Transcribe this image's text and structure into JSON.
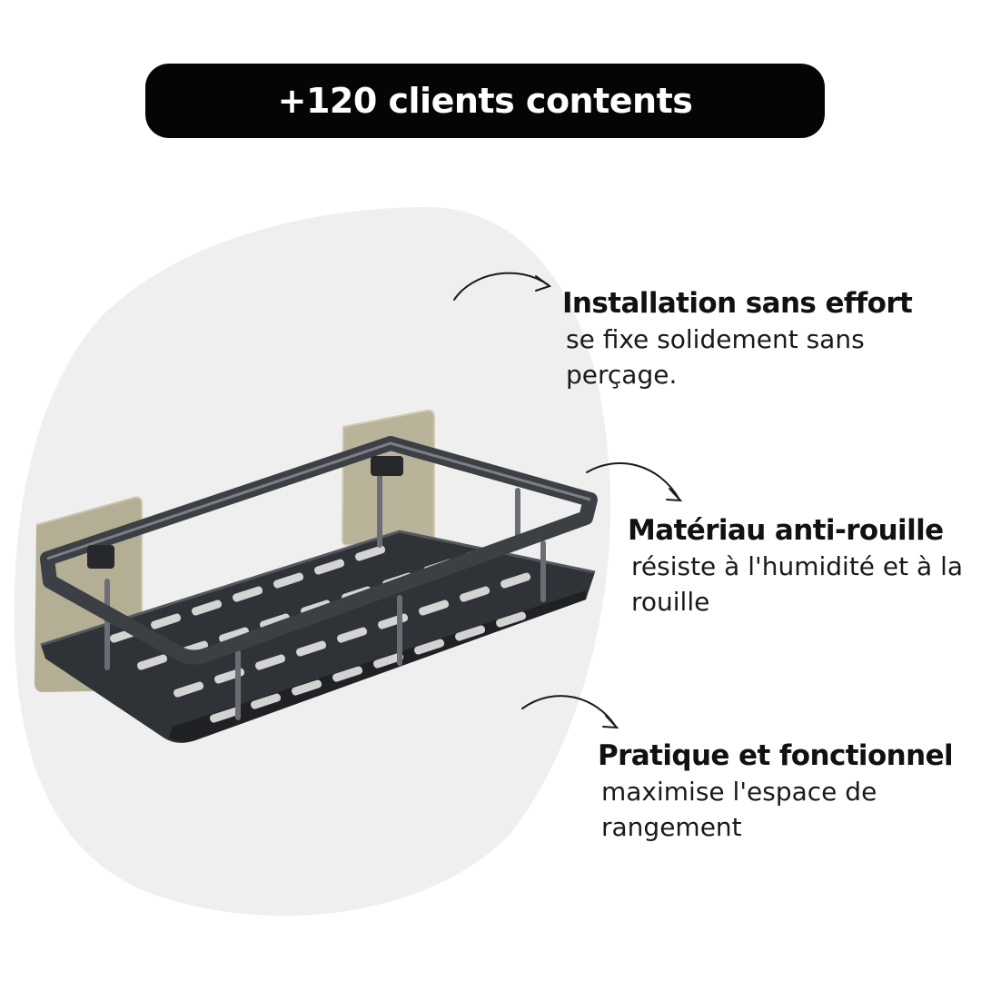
{
  "banner": {
    "text": "+120 clients contents"
  },
  "colors": {
    "banner_bg": "#050505",
    "banner_text": "#ffffff",
    "blob": "#efefef",
    "shelf": "#3c3f44",
    "adhesive_pad": "#b9b39a"
  },
  "product": {
    "icon": "wall-shelf-product-image"
  },
  "features": [
    {
      "title": "Installation sans effort",
      "description": "se fixe solidement sans perçage."
    },
    {
      "title": "Matériau anti-rouille",
      "description": "résiste à l'humidité et à la rouille"
    },
    {
      "title": "Pratique et fonctionnel",
      "description": "maximise l'espace de rangement"
    }
  ]
}
